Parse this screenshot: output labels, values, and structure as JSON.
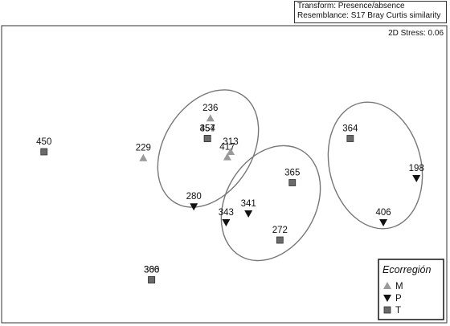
{
  "header": {
    "transform": "Transform: Presence/absence",
    "resemblance": "Resemblance: S17 Bray Curtis similarity"
  },
  "chart_data": {
    "type": "scatter",
    "stress_label": "2D Stress: 0.06",
    "legend": {
      "title": "Ecorregión",
      "placement": "bottom-right",
      "groups": [
        {
          "key": "M",
          "marker": "triangle-up",
          "color": "#9a9a9a"
        },
        {
          "key": "P",
          "marker": "triangle-down",
          "color": "#111111"
        },
        {
          "key": "T",
          "marker": "square",
          "color": "#6a6a6a"
        }
      ]
    },
    "points": [
      {
        "label": "236",
        "group": "M",
        "x": 0.26,
        "y": 0.78
      },
      {
        "label": "457",
        "group": "T",
        "x": 0.225,
        "y": 0.55
      },
      {
        "label": "354",
        "group": "T",
        "x": 0.225,
        "y": 0.55
      },
      {
        "label": "313",
        "group": "M",
        "x": 0.505,
        "y": 0.4
      },
      {
        "label": "417",
        "group": "M",
        "x": 0.465,
        "y": 0.34
      },
      {
        "label": "450",
        "group": "T",
        "x": -1.75,
        "y": 0.4
      },
      {
        "label": "229",
        "group": "M",
        "x": -0.55,
        "y": 0.33
      },
      {
        "label": "280",
        "group": "P",
        "x": 0.06,
        "y": -0.22
      },
      {
        "label": "341",
        "group": "P",
        "x": 0.72,
        "y": -0.3
      },
      {
        "label": "343",
        "group": "P",
        "x": 0.45,
        "y": -0.4
      },
      {
        "label": "365",
        "group": "T",
        "x": 1.25,
        "y": 0.05
      },
      {
        "label": "272",
        "group": "T",
        "x": 1.1,
        "y": -0.6
      },
      {
        "label": "364",
        "group": "T",
        "x": 1.95,
        "y": 0.55
      },
      {
        "label": "198",
        "group": "P",
        "x": 2.75,
        "y": 0.1
      },
      {
        "label": "406",
        "group": "P",
        "x": 2.35,
        "y": -0.4
      },
      {
        "label": "300",
        "group": "T",
        "x": -0.45,
        "y": -1.05
      },
      {
        "label": "366",
        "group": "T",
        "x": -0.45,
        "y": -1.05
      }
    ]
  }
}
